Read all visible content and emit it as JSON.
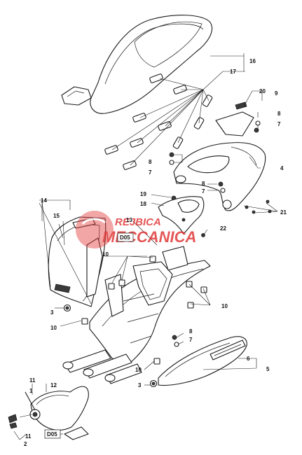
{
  "callouts": {
    "c16": "16",
    "c17": "17",
    "c20": "20",
    "c9": "9",
    "c8a": "8",
    "c7a": "7",
    "c8b": "8",
    "c7b": "7",
    "c4": "4",
    "c8c": "8",
    "c7c": "7",
    "c19": "19",
    "c18": "18",
    "c21": "21",
    "c14": "14",
    "c15": "15",
    "c13": "13",
    "c22": "22",
    "c10a": "10",
    "c10b": "10",
    "c10c": "10",
    "c10d": "10",
    "c3a": "3",
    "c3b": "3",
    "c8d": "8",
    "c7d": "7",
    "c6": "6",
    "c5": "5",
    "c11a": "11",
    "c1": "1",
    "c12": "12",
    "c11b": "11",
    "c2": "2"
  },
  "reference_boxes": {
    "d05_top": "D05",
    "d05_bottom": "D05"
  },
  "watermark": {
    "line1": "REJBICA",
    "line2": "MECCANICA"
  },
  "colors": {
    "line": "#1a1a1a",
    "watermark": "#e03030",
    "background": "#ffffff"
  }
}
